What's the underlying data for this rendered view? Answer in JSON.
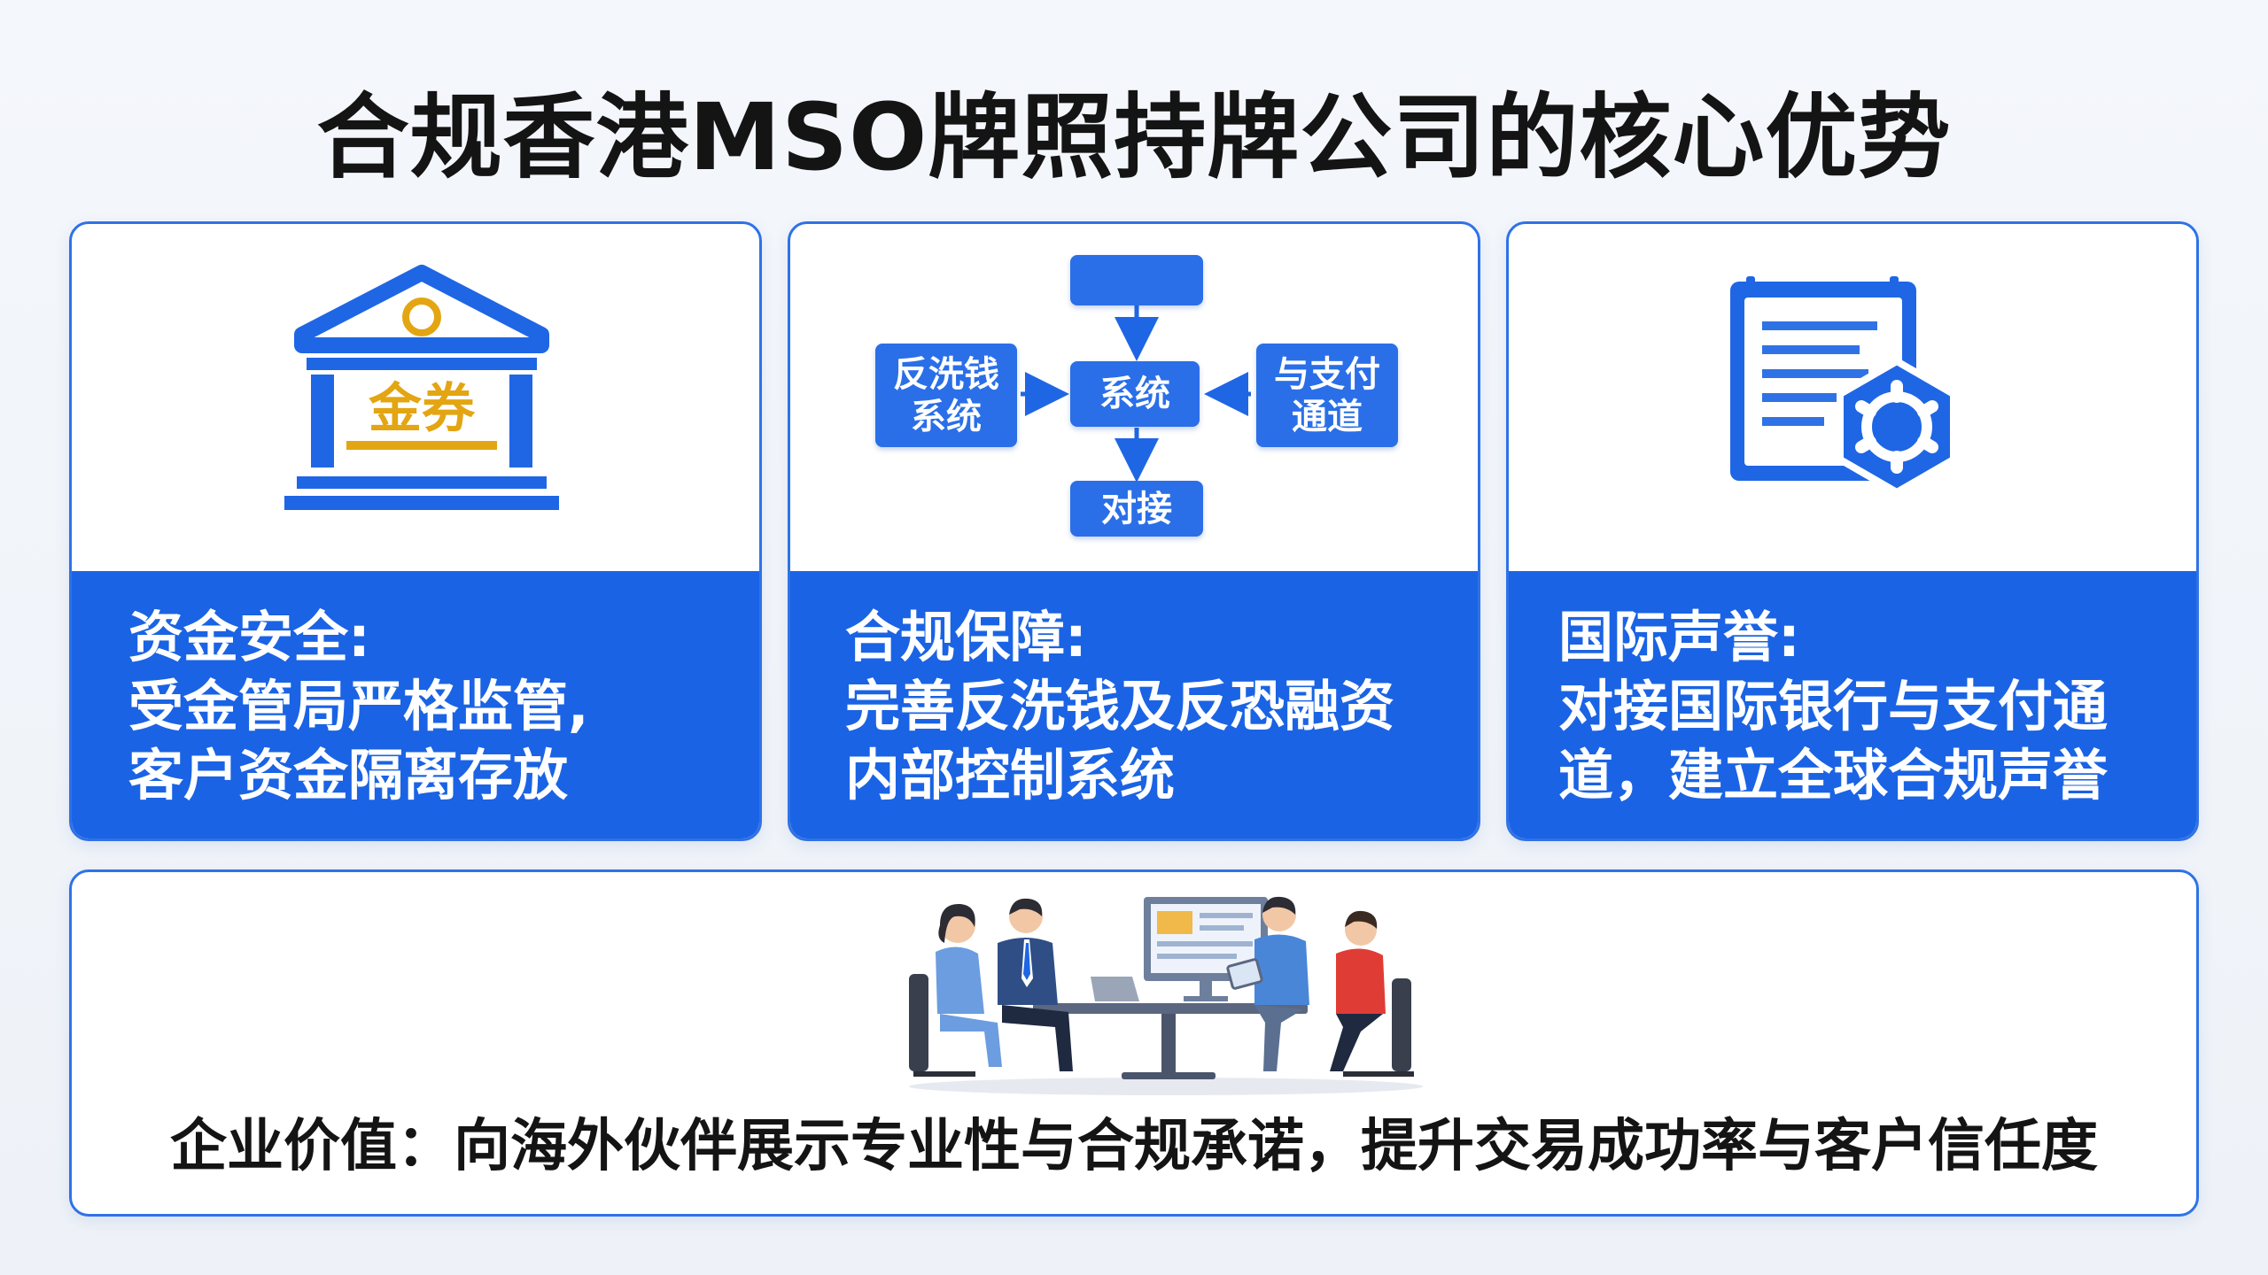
{
  "title": "合规香港MSO牌照持牌公司的核心优势",
  "cards": [
    {
      "heading": "资金安全:",
      "lines": [
        "受金管局严格监管,",
        "客户资金隔离存放"
      ],
      "icon": "bank-building-icon",
      "icon_label": "金券"
    },
    {
      "heading": "合规保障:",
      "lines": [
        "完善反洗钱及反恐融资",
        "内部控制系统"
      ],
      "icon": "flow-diagram-icon",
      "diagram": {
        "top": "",
        "left": "反洗钱\n系统",
        "center": "系统",
        "right": "与支付\n通道",
        "bottom": "对接"
      }
    },
    {
      "heading": "国际声誉:",
      "lines": [
        "对接国际银行与支付通",
        "道，建立全球合规声誉"
      ],
      "icon": "document-gear-icon"
    }
  ],
  "panel": {
    "icon": "business-meeting-icon",
    "text": "企业价值：向海外伙伴展示专业性与合规承诺，提升交易成功率与客户信任度"
  },
  "colors": {
    "primary": "#1a63e4",
    "border": "#2f72e6",
    "gold": "#e3a512",
    "title": "#141414"
  }
}
